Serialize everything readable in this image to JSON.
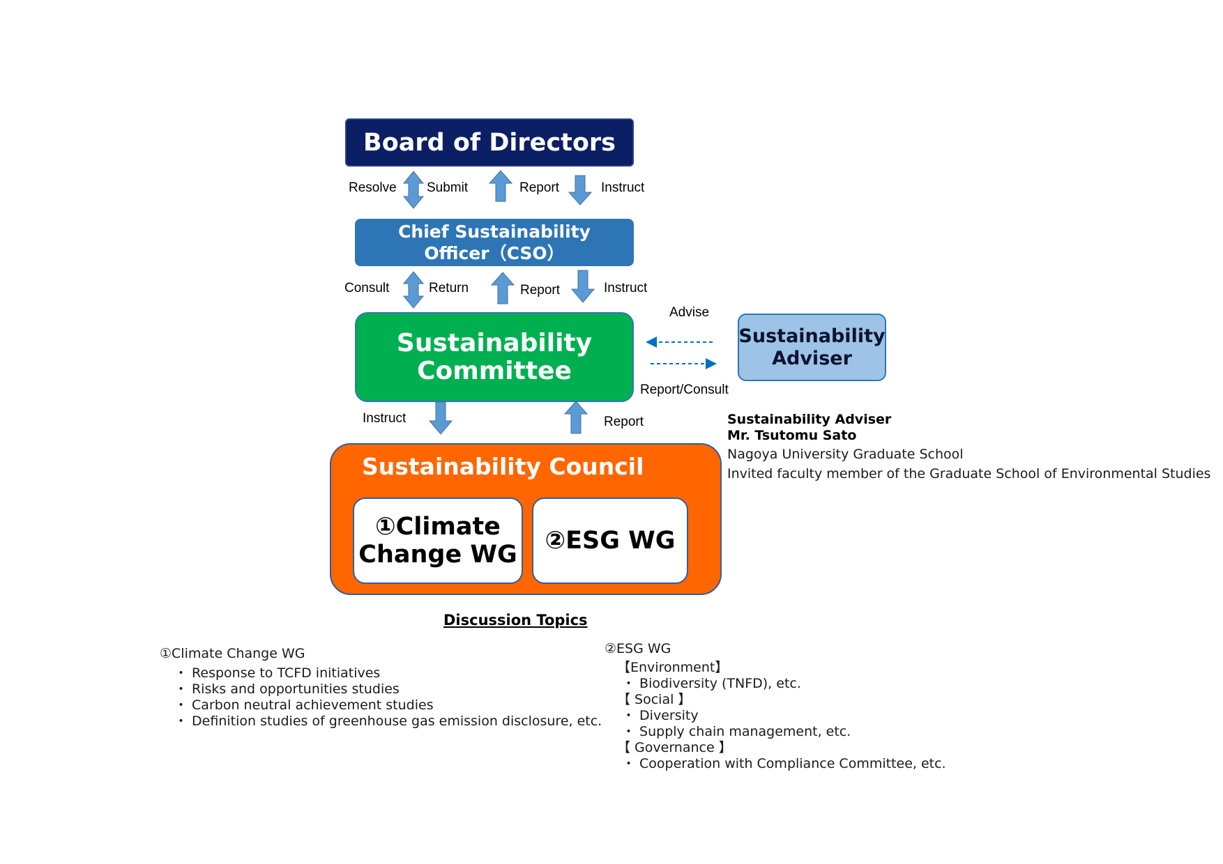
{
  "board": {
    "title": "Board of Directors"
  },
  "cso": {
    "line1": "Chief Sustainability",
    "line2": "Officer（CSO）"
  },
  "committee": {
    "line1": "Sustainability",
    "line2": "Committee"
  },
  "adviser_box": {
    "line1": "Sustainability",
    "line2": "Adviser"
  },
  "council": {
    "title": "Sustainability Council",
    "wg1": {
      "line1": "①Climate",
      "line2": "Change WG"
    },
    "wg2": {
      "label": "②ESG WG"
    }
  },
  "arrow_labels": {
    "resolve": "Resolve",
    "submit": "Submit",
    "report_top": "Report",
    "instruct_top": "Instruct",
    "consult": "Consult",
    "return": "Return",
    "report_mid": "Report",
    "instruct_mid": "Instruct",
    "advise": "Advise",
    "report_consult": "Report/Consult",
    "instruct_low": "Instruct",
    "report_low": "Report"
  },
  "adviser_info": {
    "heading": "Sustainability  Adviser",
    "name": "Mr. Tsutomu Sato",
    "line1": "Nagoya University Graduate School",
    "line2": "Invited faculty member of the Graduate School of Environmental Studies"
  },
  "topics": {
    "title": "Discussion Topics",
    "climate": {
      "heading": "①Climate Change WG",
      "items": [
        "・ Response to TCFD initiatives",
        "・ Risks and opportunities studies",
        "・ Carbon neutral achievement studies",
        "・ Definition studies of greenhouse gas emission disclosure, etc."
      ]
    },
    "esg": {
      "heading": "②ESG  WG",
      "lines": [
        "【Environment】",
        "・ Biodiversity (TNFD), etc.",
        "【 Social 】",
        "・ Diversity",
        "・ Supply chain management, etc.",
        "【 Governance 】",
        "・ Cooperation with Compliance Committee, etc."
      ]
    }
  },
  "colors": {
    "board": "#0b1f64",
    "cso": "#2e75b6",
    "committee": "#00b050",
    "adviser": "#9dc3e6",
    "council": "#ff6600",
    "arrow": "#5b9bd5",
    "dashed": "#0070c0"
  }
}
